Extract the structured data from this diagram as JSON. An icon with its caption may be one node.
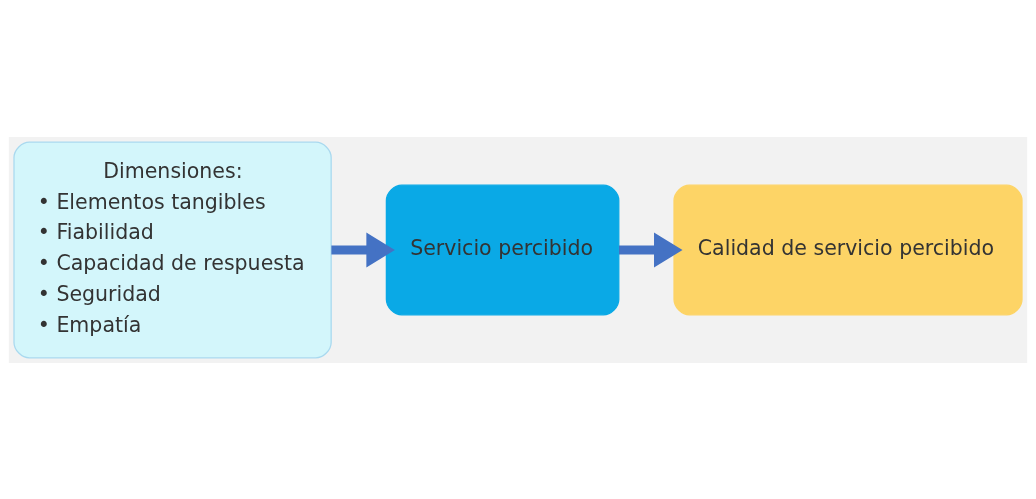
{
  "diagram": {
    "nodes": [
      {
        "text": [
          "Dimensiones:",
          "• Elementos tangibles",
          "• Fiabilidad",
          "• Capacidad de respuesta",
          "• Seguridad",
          "• Empatía"
        ]
      },
      {
        "text": [
          "Servicio percibido"
        ]
      },
      {
        "text": [
          "Calidad de servicio percibido"
        ]
      }
    ],
    "edges": [
      {
        "from": 0,
        "to": 1,
        "arrow": "to"
      },
      {
        "from": 1,
        "to": 2,
        "arrow": "to"
      }
    ]
  }
}
